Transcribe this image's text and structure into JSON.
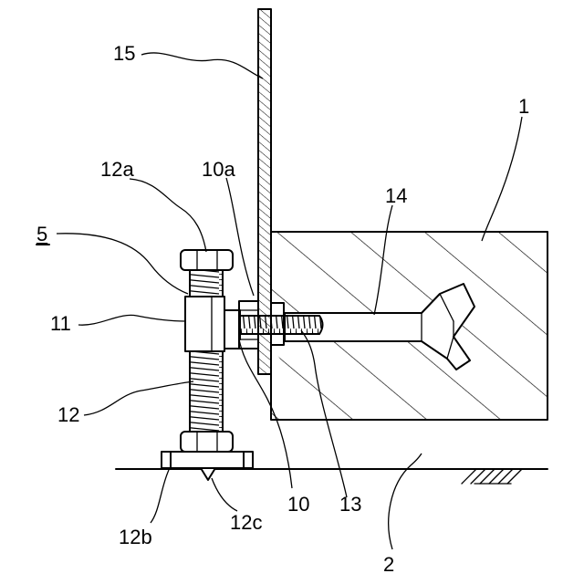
{
  "labels": {
    "l15": "15",
    "l1": "1",
    "l12a": "12a",
    "l10a": "10a",
    "l14": "14",
    "l5": "5",
    "l11": "11",
    "l12": "12",
    "l10": "10",
    "l13": "13",
    "l12b": "12b",
    "l12c": "12c",
    "l2": "2"
  }
}
